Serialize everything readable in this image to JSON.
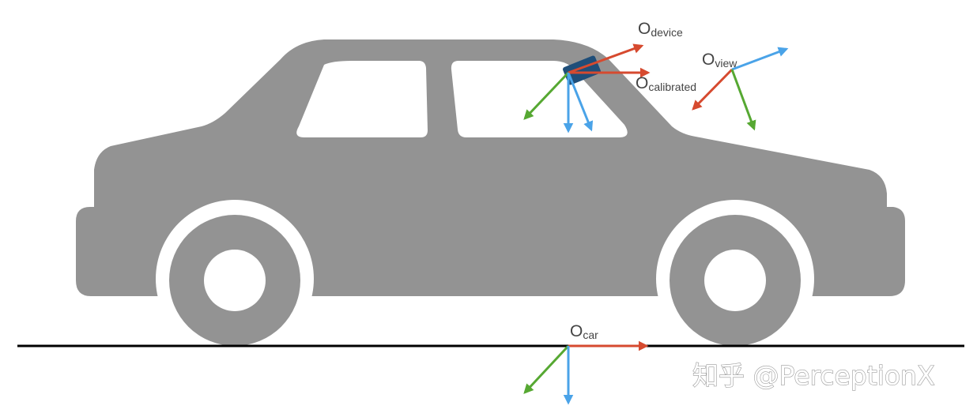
{
  "colors": {
    "car_body": "#939393",
    "window": "#ffffff",
    "device": "#1f4e79",
    "ground": "#000000",
    "axis_red": "#d64a2f",
    "axis_green": "#56a832",
    "axis_blue": "#4aa3e8"
  },
  "frames": {
    "device": {
      "prefix": "O",
      "subscript": "device"
    },
    "calibrated": {
      "prefix": "O",
      "subscript": "calibrated"
    },
    "view": {
      "prefix": "O",
      "subscript": "view"
    },
    "car": {
      "prefix": "O",
      "subscript": "car"
    }
  },
  "watermark": "知乎 @PerceptionX"
}
